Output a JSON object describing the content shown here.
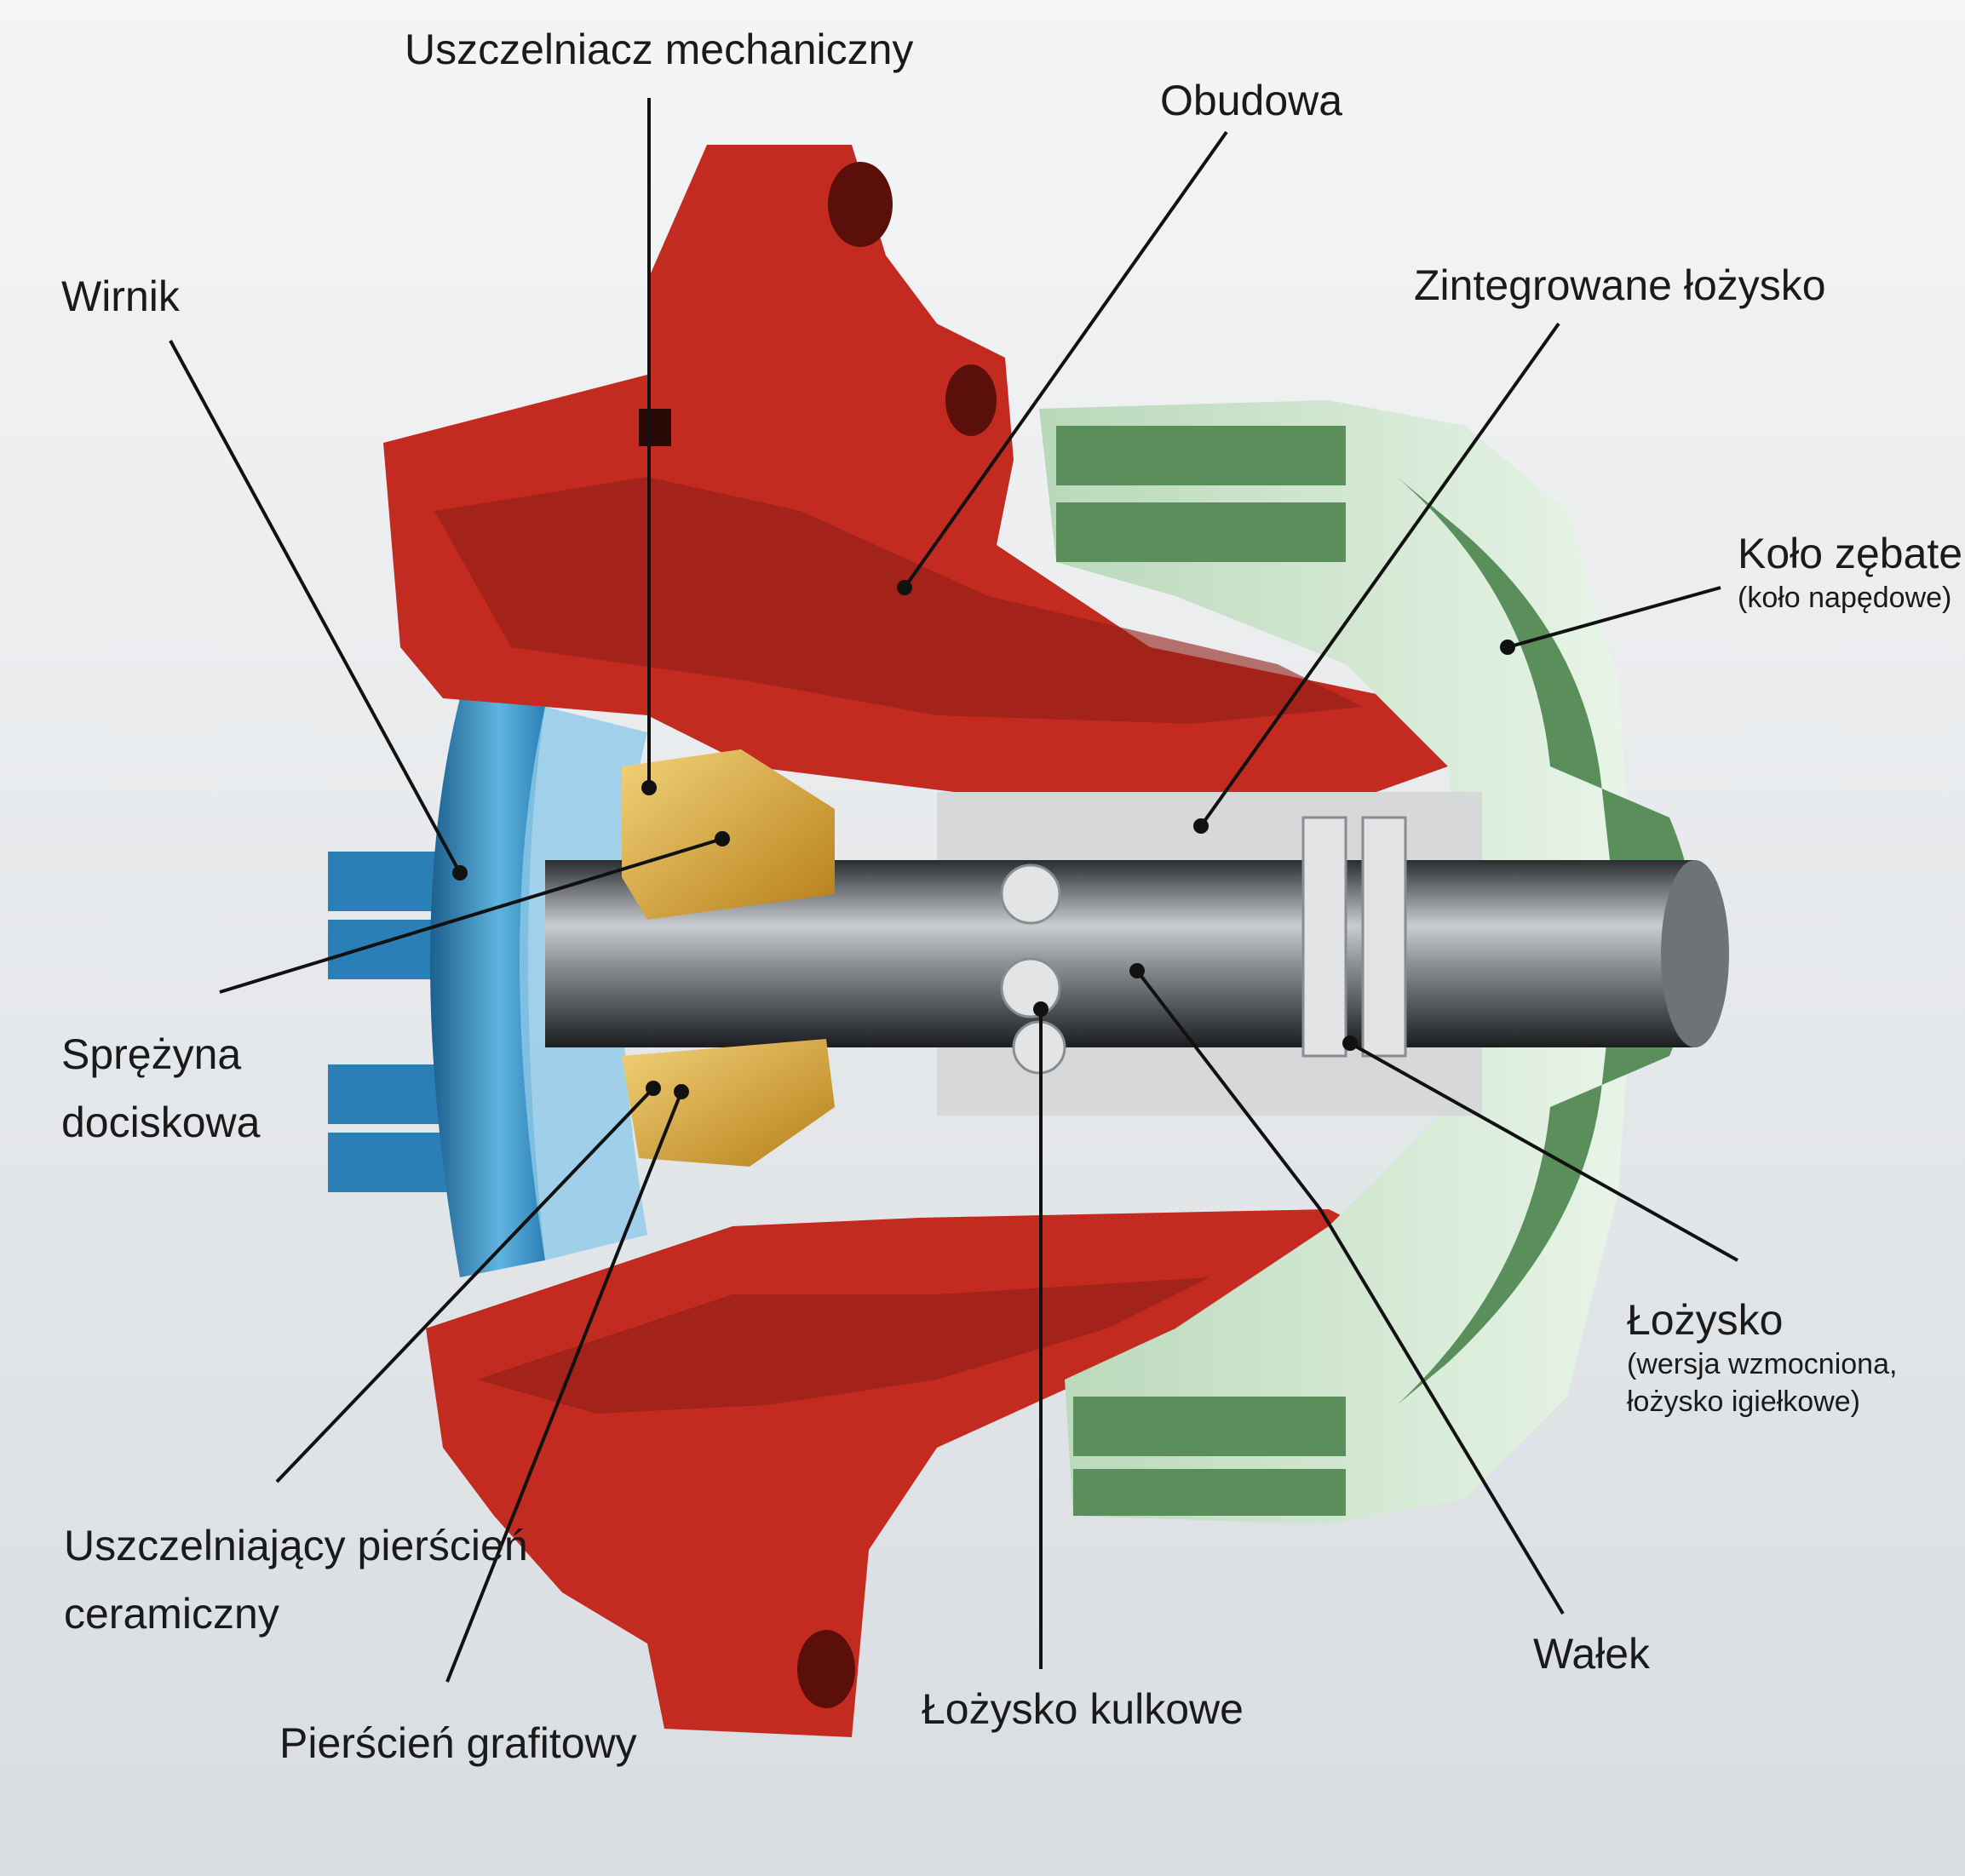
{
  "labels": {
    "mechanical_seal": "Uszczelniacz mechaniczny",
    "housing": "Obudowa",
    "impeller": "Wirnik",
    "integrated_bearing": "Zintegrowane łożysko",
    "gear_wheel": "Koło zębate",
    "gear_wheel_note": "(koło napędowe)",
    "pressure_spring_line1": "Sprężyna",
    "pressure_spring_line2": "dociskowa",
    "bearing": "Łożysko",
    "bearing_note_line1": "(wersja wzmocniona,",
    "bearing_note_line2": "łożysko igiełkowe)",
    "ceramic_ring_line1": "Uszczelniający pierścień",
    "ceramic_ring_line2": "ceramiczny",
    "shaft": "Wałek",
    "ball_bearing": "Łożysko kulkowe",
    "graphite_ring": "Pierścień grafitowy"
  },
  "colors": {
    "housing": "#c42b20",
    "housing_dark": "#8e1d16",
    "impeller": "#2b7fb7",
    "pulley_light": "#dcefdc",
    "pulley_dark": "#5a8f5c",
    "brass": "#d9a93a",
    "shaft": "#9fa4aa",
    "leader_line": "#111111"
  }
}
